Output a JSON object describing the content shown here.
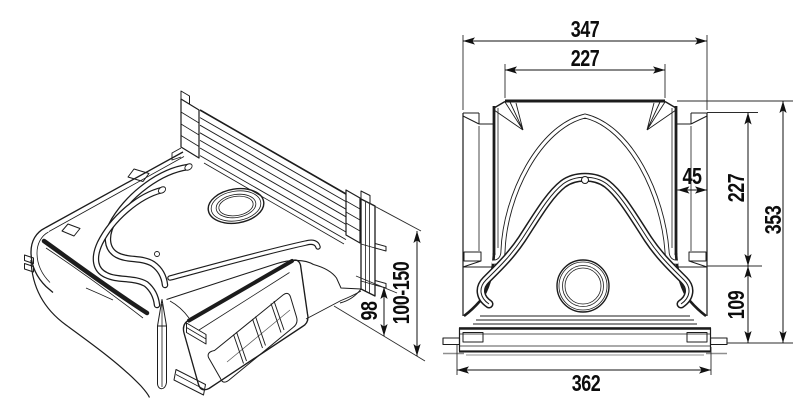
{
  "page": {
    "background": "#ffffff"
  },
  "drawing": {
    "kind": "technical-drawing-two-views",
    "line_color": "#1c1c1c",
    "dimension_color": "#111111"
  },
  "dimensions": {
    "front_view": {
      "top_outer_width": "347",
      "top_opening_width": "227",
      "side_channel_width": "45",
      "upper_right_height": "227",
      "overall_height": "353",
      "lower_right_height": "109",
      "bottom_width": "362"
    },
    "isometric_view": {
      "connector_height": "98",
      "adjustable_range": "100-150"
    }
  }
}
